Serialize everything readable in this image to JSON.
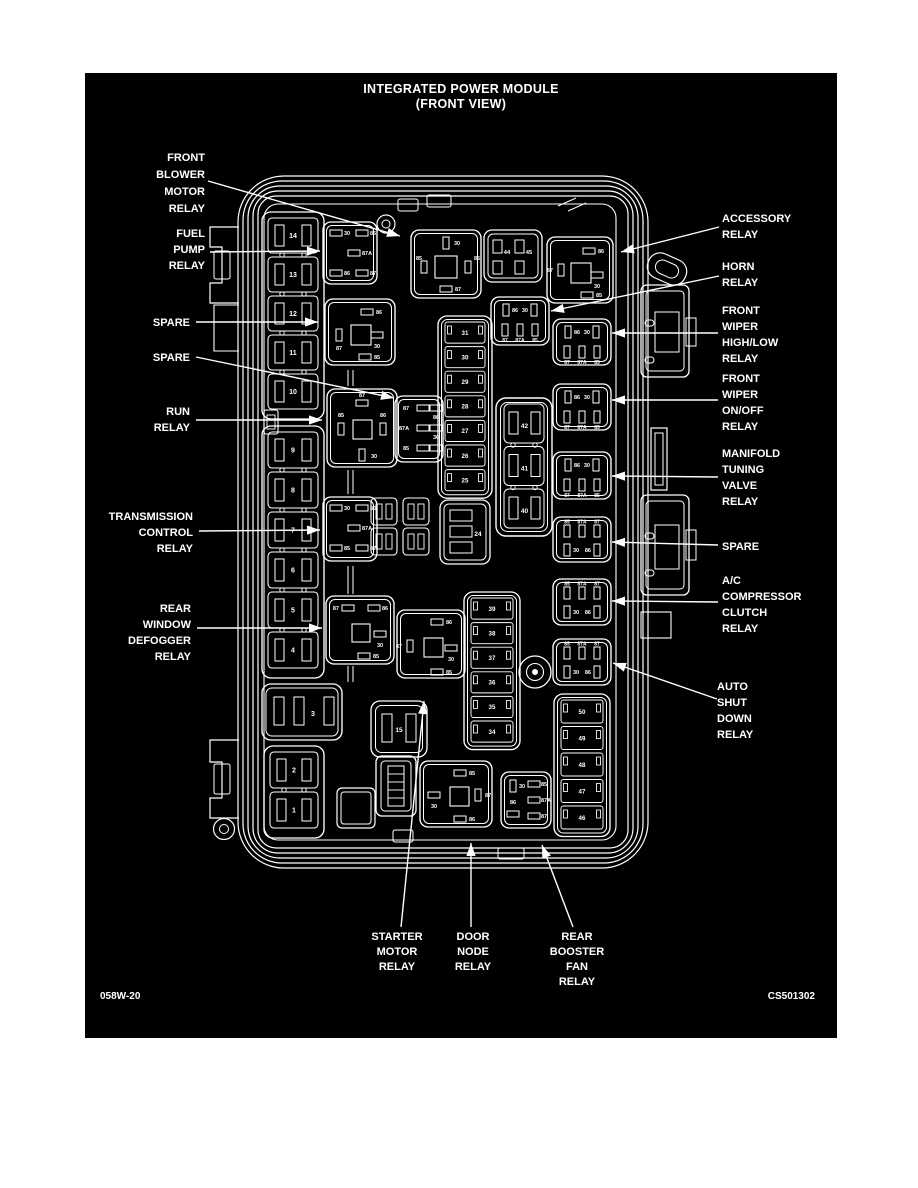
{
  "title": {
    "line1": "INTEGRATED POWER MODULE",
    "line2": "(FRONT VIEW)"
  },
  "footer": {
    "left_code": "058W-20",
    "right_code": "CS501302"
  },
  "colors": {
    "page": "#ffffff",
    "panel": "#000000",
    "ink": "#ffffff"
  },
  "callouts": [
    {
      "id": "front-blower-motor-relay",
      "lines": [
        "FRONT",
        "BLOWER",
        "MOTOR",
        "RELAY"
      ]
    },
    {
      "id": "fuel-pump-relay",
      "lines": [
        "FUEL",
        "PUMP",
        "RELAY"
      ]
    },
    {
      "id": "spare-left-1",
      "lines": [
        "SPARE"
      ]
    },
    {
      "id": "spare-left-2",
      "lines": [
        "SPARE"
      ]
    },
    {
      "id": "run-relay",
      "lines": [
        "RUN",
        "RELAY"
      ]
    },
    {
      "id": "transmission-control-relay",
      "lines": [
        "TRANSMISSION",
        "CONTROL",
        "RELAY"
      ]
    },
    {
      "id": "rear-window-defogger-relay",
      "lines": [
        "REAR",
        "WINDOW",
        "DEFOGGER",
        "RELAY"
      ]
    },
    {
      "id": "accessory-relay",
      "lines": [
        "ACCESSORY",
        "RELAY"
      ]
    },
    {
      "id": "horn-relay",
      "lines": [
        "HORN",
        "RELAY"
      ]
    },
    {
      "id": "front-wiper-high-low-relay",
      "lines": [
        "FRONT",
        "WIPER",
        "HIGH/LOW",
        "RELAY"
      ]
    },
    {
      "id": "front-wiper-on-off-relay",
      "lines": [
        "FRONT",
        "WIPER",
        "ON/OFF",
        "RELAY"
      ]
    },
    {
      "id": "manifold-tuning-valve-relay",
      "lines": [
        "MANIFOLD",
        "TUNING",
        "VALVE",
        "RELAY"
      ]
    },
    {
      "id": "spare-right",
      "lines": [
        "SPARE"
      ]
    },
    {
      "id": "ac-compressor-clutch-relay",
      "lines": [
        "A/C",
        "COMPRESSOR",
        "CLUTCH",
        "RELAY"
      ]
    },
    {
      "id": "auto-shut-down-relay",
      "lines": [
        "AUTO",
        "SHUT",
        "DOWN",
        "RELAY"
      ]
    },
    {
      "id": "starter-motor-relay",
      "lines": [
        "STARTER",
        "MOTOR",
        "RELAY"
      ]
    },
    {
      "id": "door-node-relay",
      "lines": [
        "DOOR",
        "NODE",
        "RELAY"
      ]
    },
    {
      "id": "rear-booster-fan-relay",
      "lines": [
        "REAR",
        "BOOSTER",
        "FAN",
        "RELAY"
      ]
    }
  ],
  "fuses": {
    "left_group_a": [
      "14",
      "13",
      "12",
      "11",
      "10"
    ],
    "left_group_b": [
      "9",
      "8",
      "7",
      "6",
      "5",
      "4"
    ],
    "left_single": "3",
    "left_group_c": [
      "2",
      "1"
    ],
    "center_strip": [
      "31",
      "30",
      "29",
      "28",
      "27",
      "26",
      "25"
    ],
    "block_24": "24",
    "connector_mid": [
      "42",
      "41",
      "40"
    ],
    "pair_top": [
      "44",
      "45"
    ],
    "block_15": "15",
    "strip_mid_lower": [
      "39",
      "38",
      "37",
      "36",
      "35",
      "34"
    ],
    "strip_right_lower": [
      "50",
      "49",
      "48",
      "47",
      "46"
    ]
  },
  "relays": [
    {
      "id": "fuel-pump",
      "pins": [
        "30",
        "85",
        "87A",
        "86",
        "87"
      ]
    },
    {
      "id": "front-blower-motor",
      "pins": [
        "30",
        "85",
        "85",
        "87"
      ]
    },
    {
      "id": "accessory",
      "pins": [
        "87",
        "86",
        "30",
        "85"
      ]
    },
    {
      "id": "horn",
      "pins": [
        "86",
        "30",
        "87",
        "87A",
        "85"
      ]
    },
    {
      "id": "spare-upper",
      "pins": [
        "86",
        "30",
        "87",
        "85"
      ]
    },
    {
      "id": "run",
      "pins": [
        "87",
        "85",
        "86",
        "30"
      ]
    },
    {
      "id": "spare-lower",
      "pins": [
        "87",
        "86",
        "87A",
        "30",
        "85"
      ]
    },
    {
      "id": "transmission-control",
      "pins": [
        "30",
        "86",
        "87A",
        "85",
        "87"
      ]
    },
    {
      "id": "rear-window-defogger",
      "pins": [
        "87",
        "86",
        "30",
        "85"
      ]
    },
    {
      "id": "starter-motor",
      "pins": [
        "86",
        "87",
        "30",
        "85"
      ]
    },
    {
      "id": "door-node",
      "pins": [
        "85",
        "30",
        "87",
        "86"
      ]
    },
    {
      "id": "rear-booster-fan",
      "pins": [
        "30",
        "86",
        "85",
        "87A",
        "87"
      ]
    },
    {
      "id": "front-wiper-high-low",
      "pins": [
        "86",
        "30",
        "87",
        "87A",
        "85"
      ]
    },
    {
      "id": "front-wiper-on-off",
      "pins": [
        "86",
        "30",
        "87",
        "87A",
        "85"
      ]
    },
    {
      "id": "manifold-tuning-valve",
      "pins": [
        "86",
        "30",
        "87",
        "87A",
        "85"
      ]
    },
    {
      "id": "spare-right",
      "pins": [
        "85",
        "87A",
        "87",
        "30",
        "86"
      ]
    },
    {
      "id": "ac-compressor-clutch",
      "pins": [
        "85",
        "87A",
        "87",
        "30",
        "86"
      ]
    },
    {
      "id": "auto-shut-down",
      "pins": [
        "85",
        "87A",
        "87",
        "30",
        "86"
      ]
    }
  ]
}
